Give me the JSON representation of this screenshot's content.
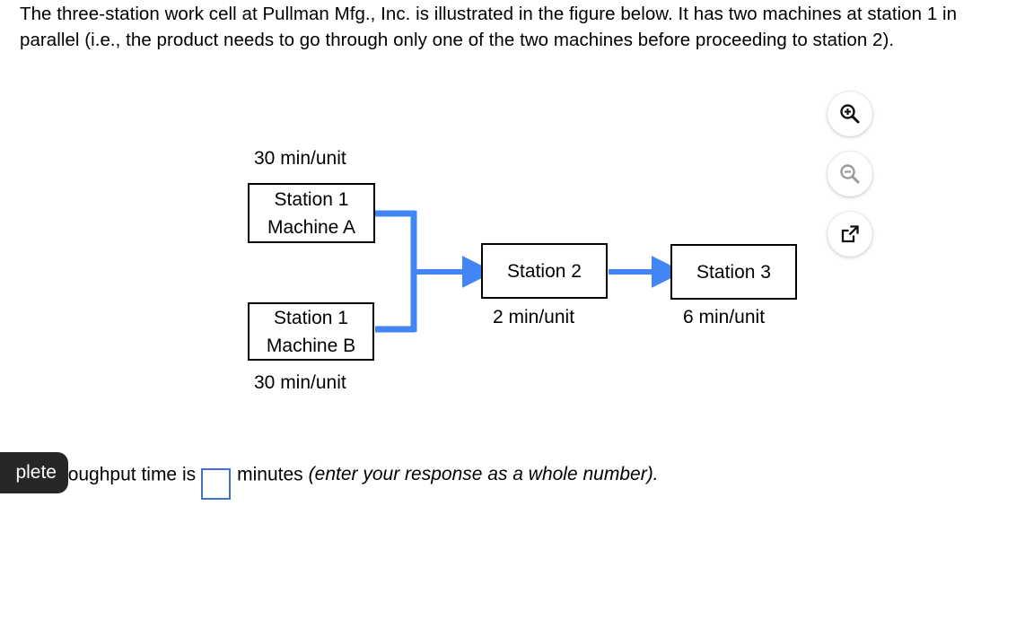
{
  "problem": {
    "statement": "The three-station work cell at Pullman Mfg., Inc. is illustrated in the figure below. It has two machines at station 1 in parallel (i.e., the product needs to go through only one of the two machines before proceeding to station 2)."
  },
  "figure": {
    "labels": {
      "machine_a_rate": "30 min/unit",
      "machine_b_rate": "30 min/unit",
      "station2_rate": "2 min/unit",
      "station3_rate": "6 min/unit"
    },
    "nodes": [
      {
        "id": "station1-a",
        "line1": "Station 1",
        "line2": "Machine A"
      },
      {
        "id": "station1-b",
        "line1": "Station 1",
        "line2": "Machine B"
      },
      {
        "id": "station2",
        "line1": "Station 2"
      },
      {
        "id": "station3",
        "line1": "Station 3"
      }
    ],
    "connector_color": "#4285f4",
    "box_border_color": "#000000"
  },
  "toolbar": {
    "zoom_in": "zoom-in-icon",
    "zoom_out": "zoom-out-icon",
    "popout": "open-in-new-window-icon",
    "zoom_out_disabled": true
  },
  "answer": {
    "prefix": "he throughput time is",
    "input_value": "",
    "unit": "minutes",
    "hint": "(enter your response as a whole number)."
  },
  "badge": {
    "text": "plete"
  }
}
